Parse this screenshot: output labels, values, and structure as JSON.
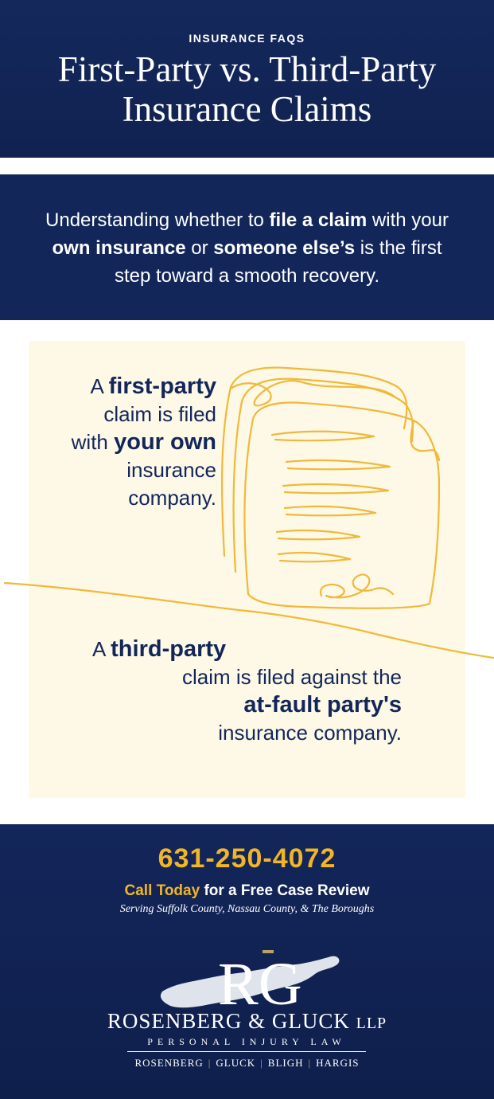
{
  "header": {
    "eyebrow": "INSURANCE FAQS",
    "title_line1": "First-Party vs. Third-Party",
    "title_line2": "Insurance Claims"
  },
  "intro": {
    "t1": "Understanding whether to ",
    "b1": "file a claim",
    "t2": " with your ",
    "b2": "own insurance",
    "t3": " or ",
    "b3": "someone else’s",
    "t4": " is the first step toward a smooth recovery."
  },
  "first_party": {
    "t1": "A ",
    "b1": "first-party",
    "t2": "claim is filed",
    "t3": "with ",
    "b2": "your own",
    "t4": "insurance",
    "t5": "company."
  },
  "third_party": {
    "t1": "A ",
    "b1": "third-party",
    "t2": "claim is filed against the",
    "b2": "at-fault party's",
    "t3": "insurance company."
  },
  "footer": {
    "phone": "631-250-4072",
    "cta_gold": "Call Today",
    "cta_rest": " for a Free Case Review",
    "serving": "Serving Suffolk County, Nassau County, & The Boroughs",
    "logo_monogram": "RG",
    "firm_name": "ROSENBERG & GLUCK",
    "firm_suffix": "LLP",
    "practice": "PERSONAL INJURY LAW",
    "partners": [
      "ROSENBERG",
      "GLUCK",
      "BLIGH",
      "HARGIS"
    ]
  },
  "colors": {
    "navy": "#13265a",
    "gold": "#f2b526",
    "cream": "#fdf9e6",
    "doodle": "#f0b93a"
  }
}
